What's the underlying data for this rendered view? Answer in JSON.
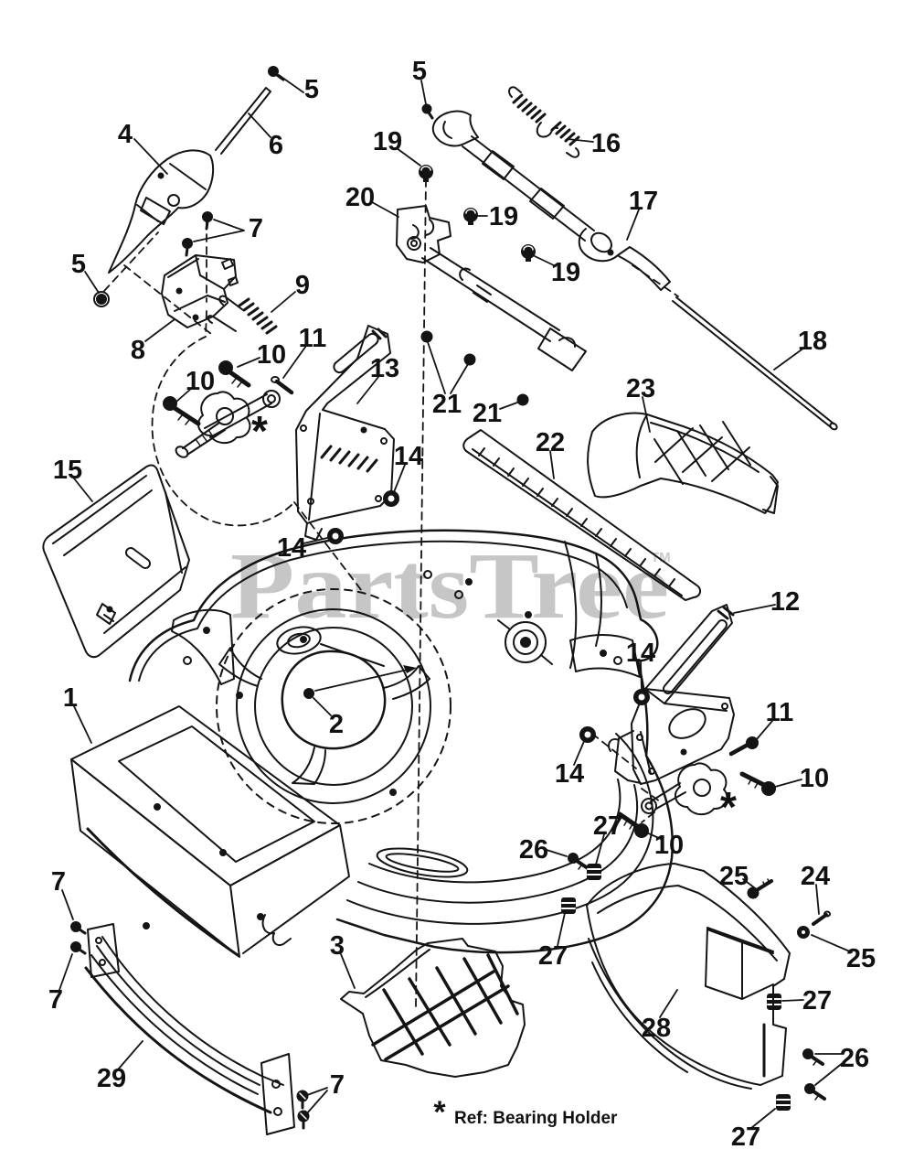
{
  "watermark": {
    "text": "PartsTree",
    "tm": "TM"
  },
  "footnote": {
    "marker": "*",
    "text": "Ref: Bearing Holder"
  },
  "ref_markers": {
    "left": "*",
    "right": "*"
  },
  "callouts": [
    {
      "label": "4"
    },
    {
      "label": "5"
    },
    {
      "label": "6"
    },
    {
      "label": "5"
    },
    {
      "label": "16"
    },
    {
      "label": "19"
    },
    {
      "label": "20"
    },
    {
      "label": "19"
    },
    {
      "label": "17"
    },
    {
      "label": "19"
    },
    {
      "label": "5"
    },
    {
      "label": "7"
    },
    {
      "label": "8"
    },
    {
      "label": "9"
    },
    {
      "label": "10"
    },
    {
      "label": "11"
    },
    {
      "label": "10"
    },
    {
      "label": "13"
    },
    {
      "label": "18"
    },
    {
      "label": "21"
    },
    {
      "label": "21"
    },
    {
      "label": "23"
    },
    {
      "label": "22"
    },
    {
      "label": "15"
    },
    {
      "label": "14"
    },
    {
      "label": "14"
    },
    {
      "label": "14"
    },
    {
      "label": "12"
    },
    {
      "label": "2"
    },
    {
      "label": "1"
    },
    {
      "label": "11"
    },
    {
      "label": "14"
    },
    {
      "label": "10"
    },
    {
      "label": "10"
    },
    {
      "label": "26"
    },
    {
      "label": "27"
    },
    {
      "label": "25"
    },
    {
      "label": "24"
    },
    {
      "label": "27"
    },
    {
      "label": "25"
    },
    {
      "label": "27"
    },
    {
      "label": "28"
    },
    {
      "label": "26"
    },
    {
      "label": "3"
    },
    {
      "label": "7"
    },
    {
      "label": "7"
    },
    {
      "label": "29"
    },
    {
      "label": "7"
    },
    {
      "label": "27"
    }
  ]
}
